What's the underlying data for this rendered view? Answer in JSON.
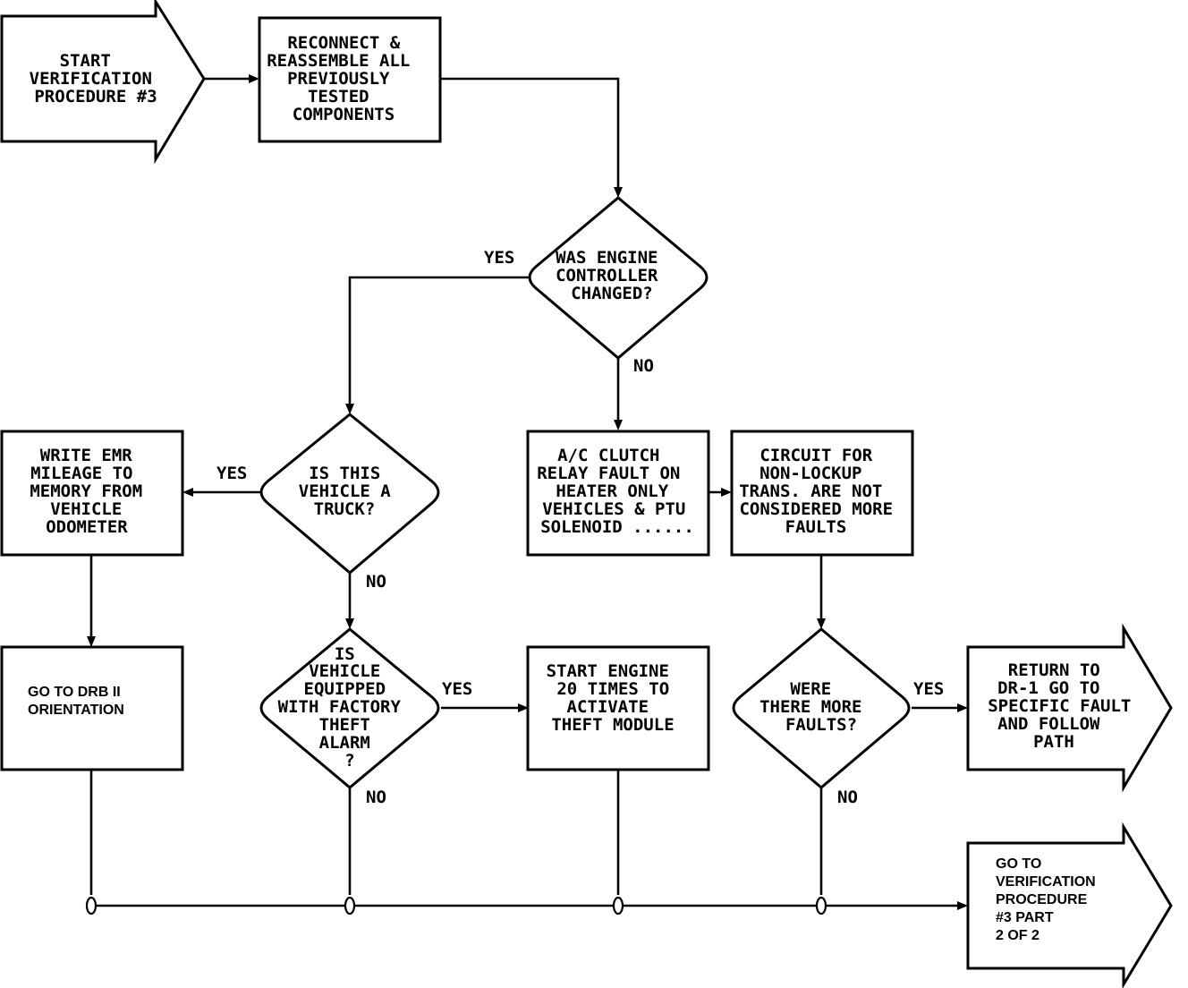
{
  "nodes": {
    "start": {
      "lines": [
        "START",
        "VERIFICATION",
        "PROCEDURE #3"
      ]
    },
    "reconnect": {
      "lines": [
        "RECONNECT &",
        "REASSEMBLE ALL",
        "PREVIOUSLY",
        "TESTED",
        "COMPONENTS"
      ]
    },
    "engine_controller": {
      "lines": [
        "WAS ENGINE",
        "CONTROLLER",
        "CHANGED?"
      ]
    },
    "truck": {
      "lines": [
        "IS THIS",
        "VEHICLE A",
        "TRUCK?"
      ]
    },
    "write_emr": {
      "lines": [
        "WRITE EMR",
        "MILEAGE TO",
        "MEMORY FROM",
        "VEHICLE",
        "ODOMETER"
      ]
    },
    "ac_clutch": {
      "lines": [
        "A/C CLUTCH",
        "RELAY FAULT ON",
        "HEATER ONLY",
        "VEHICLES & PTU",
        "SOLENOID ......"
      ]
    },
    "circuit": {
      "lines": [
        "CIRCUIT FOR",
        "NON-LOCKUP",
        "TRANS. ARE NOT",
        "CONSIDERED MORE",
        "FAULTS"
      ]
    },
    "drb_orientation": {
      "lines": [
        "GO TO DRB II",
        "ORIENTATION"
      ]
    },
    "theft_alarm": {
      "lines": [
        "IS",
        "VEHICLE",
        "EQUIPPED",
        "WITH FACTORY",
        "THEFT",
        "ALARM",
        "?"
      ]
    },
    "start_engine": {
      "lines": [
        "START ENGINE",
        "20 TIMES TO",
        "ACTIVATE",
        "THEFT MODULE"
      ]
    },
    "more_faults": {
      "lines": [
        "WERE",
        "THERE MORE",
        "FAULTS?"
      ]
    },
    "return_dr1": {
      "lines": [
        "RETURN TO",
        "DR-1 GO TO",
        "SPECIFIC FAULT",
        "AND FOLLOW",
        "PATH"
      ]
    },
    "part2": {
      "lines": [
        "GO TO",
        "VERIFICATION",
        "PROCEDURE",
        "#3 PART",
        "2 OF 2"
      ]
    }
  },
  "labels": {
    "yes": "YES",
    "no": "NO"
  }
}
